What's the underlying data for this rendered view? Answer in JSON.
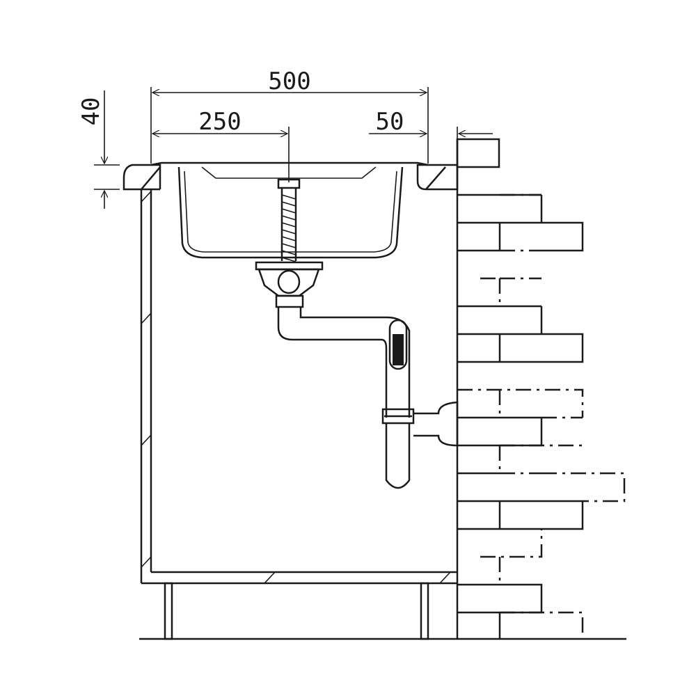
{
  "dimensions": {
    "overall_width": "500",
    "drain_offset": "250",
    "wall_gap": "50",
    "counter_thickness": "40"
  },
  "colors": {
    "line": "#1a1a1a",
    "background": "#ffffff"
  }
}
